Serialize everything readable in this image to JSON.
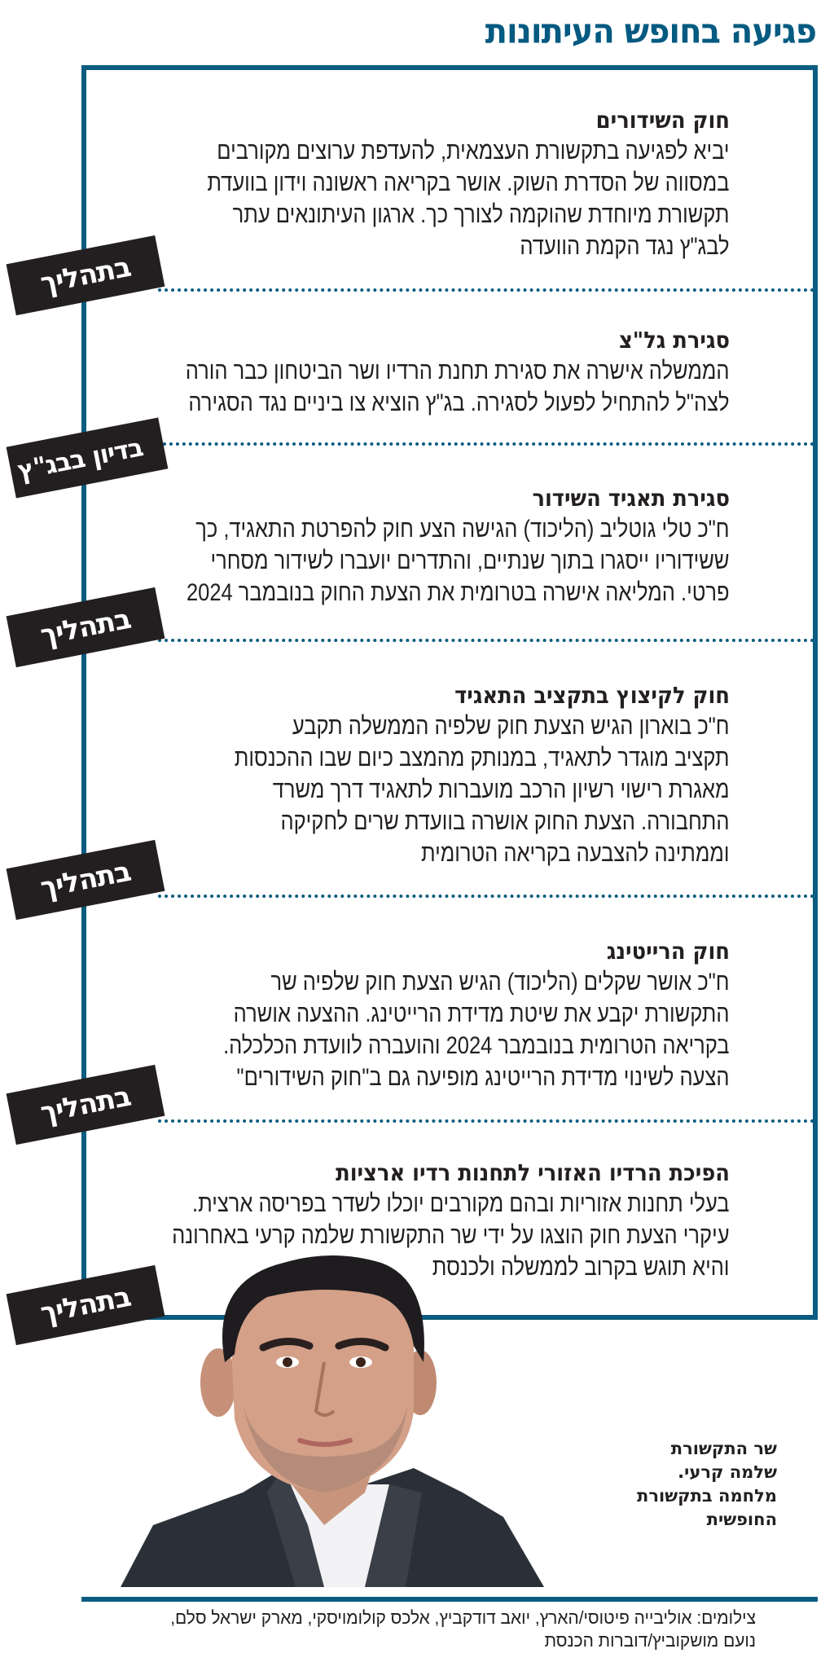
{
  "header": {
    "title": "פגיעה בחופש העיתונות"
  },
  "sections": [
    {
      "heading": "חוק השידורים",
      "body_lines": [
        "יביא לפגיעה בתקשורת העצמאית, להעדפת ערוצים מקורבים",
        "במסווה של הסדרת השוק. אושר בקריאה ראשונה וידון בוועדת",
        "תקשורת מיוחדת שהוקמה לצורך כך. ארגון העיתונאים עתר",
        "לבג\"ץ נגד הקמת הוועדה"
      ],
      "status": "בתהליך"
    },
    {
      "heading": "סגירת גל\"צ",
      "body_lines": [
        "הממשלה אישרה את סגירת תחנת הרדיו ושר הביטחון כבר הורה",
        "לצה\"ל להתחיל לפעול לסגירה. בג\"ץ הוציא צו ביניים נגד הסגירה"
      ],
      "status": "בדיון בבג\"ץ"
    },
    {
      "heading": "סגירת תאגיד השידור",
      "body_lines": [
        "ח\"כ טלי גוטליב (הליכוד) הגישה הצע חוק להפרטת התאגיד, כך",
        "ששידוריו ייסגרו בתוך שנתיים, והתדרים יועברו לשידור מסחרי",
        "פרטי. המליאה אישרה בטרומית את הצעת החוק בנובמבר 2024"
      ],
      "status": "בתהליך"
    },
    {
      "heading": "חוק לקיצוץ בתקציב התאגיד",
      "body_lines": [
        "ח\"כ בוארון  הגיש הצעת חוק שלפיה הממשלה תקבע",
        "תקציב מוגדר לתאגיד, במנותק מהמצב כיום שבו ההכנסות",
        "מאגרת רישוי רשיון הרכב מועברות לתאגיד דרך משרד",
        "התחבורה. הצעת החוק אושרה בוועדת שרים לחקיקה",
        "וממתינה להצבעה בקריאה הטרומית"
      ],
      "status": "בתהליך"
    },
    {
      "heading": "חוק הרייטינג",
      "body_lines": [
        "ח\"כ אושר שקלים (הליכוד) הגיש הצעת חוק שלפיה שר",
        "התקשורת יקבע את שיטת מדידת הרייטינג. ההצעה אושרה",
        "בקריאה הטרומית  בנובמבר 2024 והועברה לוועדת הכלכלה.",
        "הצעה לשינוי מדידת הרייטינג מופיעה גם ב\"חוק השידורים\""
      ],
      "status": "בתהליך"
    },
    {
      "heading": "הפיכת הרדיו האזורי לתחנות רדיו ארציות",
      "body_lines": [
        "בעלי תחנות אזוריות ובהם מקורבים יוכלו לשדר בפריסה ארצית.",
        "עיקרי הצעת חוק הוצגו על ידי שר התקשורת שלמה קרעי באחרונה",
        "והיא תוגש בקרוב לממשלה ולכנסת"
      ],
      "status": "בתהליך"
    }
  ],
  "photo": {
    "subject": "portrait of minister"
  },
  "caption": {
    "lines": [
      "שר התקשורת",
      "שלמה קרעי.",
      "מלחמה בתקשורת",
      "החופשית"
    ]
  },
  "credits": {
    "lines": [
      "צילומים: אוליבייה פיטוסי/הארץ, יואב דודקביץ, אלכס קולומויסקי, מארק ישראל סלם,",
      "נועם מושקוביץ/דוברות הכנסת"
    ]
  },
  "colors": {
    "accent": "#0b5c80",
    "title": "#045a80",
    "stamp_bg": "#231f20",
    "text": "#231f20"
  }
}
